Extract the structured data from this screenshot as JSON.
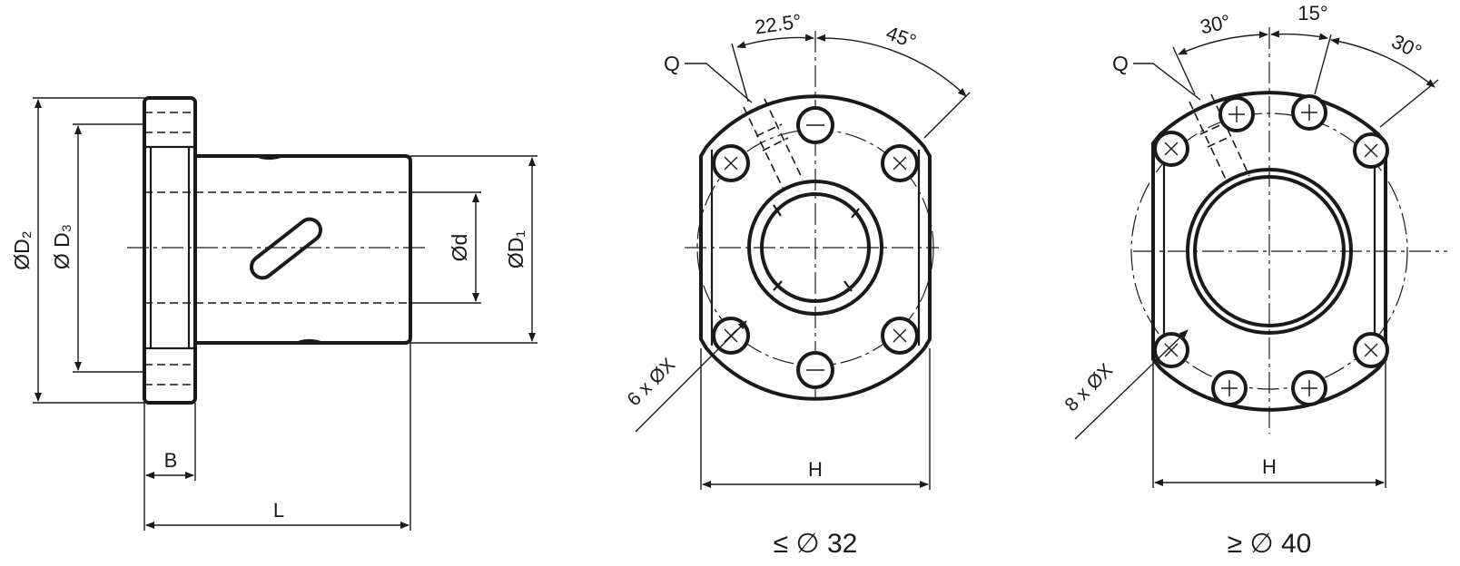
{
  "colors": {
    "line": "#1a1a1a",
    "background": "#ffffff"
  },
  "side_view": {
    "labels": {
      "d2": "ØD₂",
      "d3": "Ø D₃",
      "d": "Ød",
      "d1": "ØD₁",
      "b": "B",
      "l": "L"
    }
  },
  "view_small": {
    "angle_a": "22.5°",
    "angle_b": "45°",
    "q_label": "Q",
    "hole_label": "6 x ØX",
    "h_label": "H",
    "caption": "≤ ∅ 32"
  },
  "view_large": {
    "angle_a": "30°",
    "angle_b": "15°",
    "angle_c": "30°",
    "q_label": "Q",
    "hole_label": "8 x ØX",
    "h_label": "H",
    "caption": "≥ ∅ 40"
  }
}
